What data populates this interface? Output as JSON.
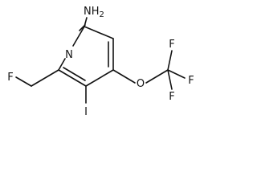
{
  "structure": {
    "atoms": {
      "amine": "NH2",
      "ring_nitrogen": "N",
      "fluorine_methyl": "F",
      "iodine": "I",
      "ether_oxygen": "O",
      "cf3_fluorine_top": "F",
      "cf3_fluorine_right": "F",
      "cf3_fluorine_bottom": "F"
    },
    "colors": {
      "bond": "#111111",
      "text": "#111111",
      "background": "#ffffff"
    }
  }
}
